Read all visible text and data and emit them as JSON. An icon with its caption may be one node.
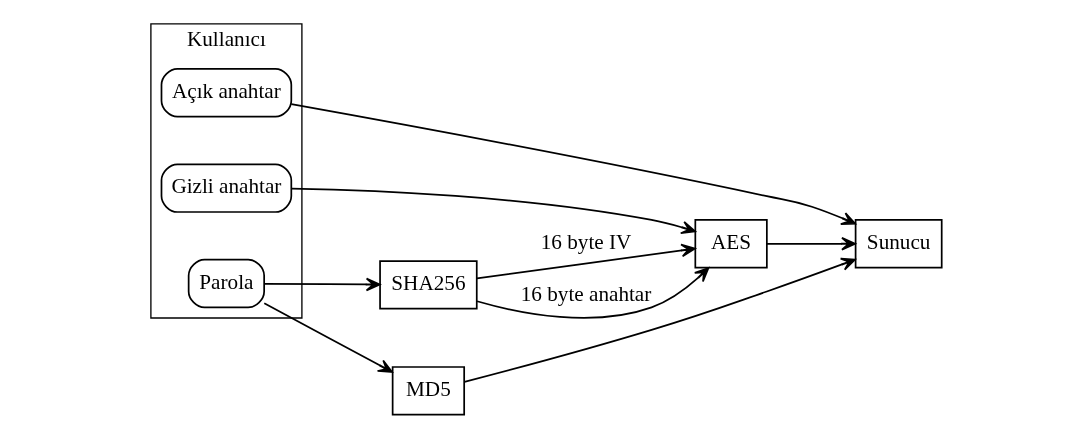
{
  "diagram": {
    "nodes": [
      {
        "text": [
          "Kullanıcı"
        ]
      },
      {
        "text": [
          "Açık anahtar"
        ],
        "in": 0
      },
      {
        "text": [
          "Gizli anahtar"
        ],
        "in": 0
      },
      {
        "text": [
          "Parola"
        ],
        "in": 0
      },
      {
        "text": [
          "Sunucu"
        ]
      },
      {
        "text": [
          "AES"
        ]
      },
      {
        "text": [
          "SHA256"
        ]
      },
      {
        "text": [
          "MD5"
        ]
      }
    ],
    "edges": [
      {
        "from": 1,
        "to": 4,
        "arrow": "to"
      },
      {
        "from": 2,
        "to": 5,
        "arrow": "to"
      },
      {
        "from": 5,
        "to": 4,
        "arrow": "to"
      },
      {
        "from": 6,
        "to": 5,
        "arrow": "to",
        "label": "16 byte IV"
      },
      {
        "from": 6,
        "to": 5,
        "arrow": "to",
        "label": "16 byte anahtar"
      },
      {
        "from": 3,
        "to": 6,
        "arrow": "to"
      },
      {
        "from": 3,
        "to": 7,
        "arrow": "to"
      },
      {
        "from": 7,
        "to": 4,
        "arrow": "to"
      }
    ]
  }
}
